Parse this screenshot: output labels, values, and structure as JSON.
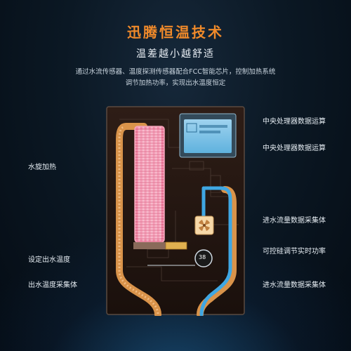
{
  "header": {
    "title": "迅腾恒温技术",
    "subtitle": "温差越小越舒适",
    "description_line1": "通过水流传感器、温度探测传感器配合FCC智能芯片，控制加热系统",
    "description_line2": "调节加热功率，实现出水温度恒定"
  },
  "labels": {
    "left": [
      "水旋加热",
      "设定出水温度",
      "出水温度采集体"
    ],
    "right": [
      "中央处理器数据运算",
      "中央处理器数据运算",
      "进水流量数据采集体",
      "可控硅调节实时功率",
      "进水流量数据采集体"
    ]
  },
  "display": {
    "temperature": "38"
  },
  "colors": {
    "title": "#f08a2a",
    "hot_pipe": "#d9934a",
    "cold_pipe": "#3fa7e3",
    "heater": "#f3a2b8",
    "board": "#2a1a14"
  }
}
